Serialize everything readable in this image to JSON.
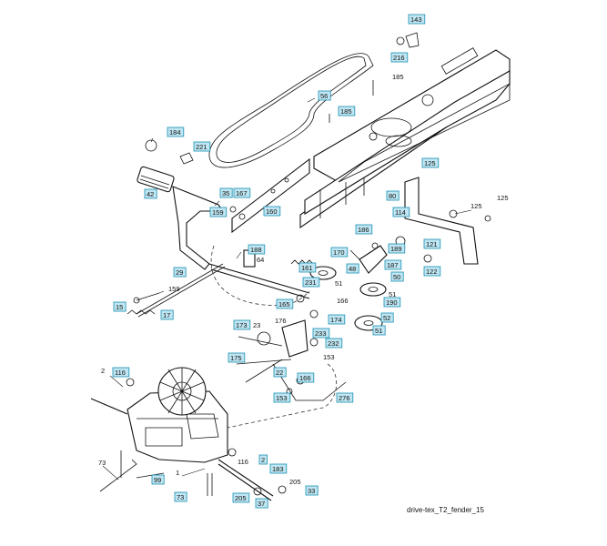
{
  "diagram": {
    "caption": "drive-tex_T2_fender_15",
    "callouts": [
      {
        "id": "c143",
        "text": "143",
        "boxed": true
      },
      {
        "id": "c216",
        "text": "216",
        "boxed": true
      },
      {
        "id": "c185a",
        "text": "185",
        "boxed": false
      },
      {
        "id": "c56",
        "text": "56",
        "boxed": true
      },
      {
        "id": "c185b",
        "text": "185",
        "boxed": true
      },
      {
        "id": "c184",
        "text": "184",
        "boxed": true
      },
      {
        "id": "c221",
        "text": "221",
        "boxed": true
      },
      {
        "id": "c125a",
        "text": "125",
        "boxed": true
      },
      {
        "id": "c42",
        "text": "42",
        "boxed": true
      },
      {
        "id": "c35",
        "text": "35",
        "boxed": true
      },
      {
        "id": "c167",
        "text": "167",
        "boxed": true
      },
      {
        "id": "c80",
        "text": "80",
        "boxed": true
      },
      {
        "id": "c125b",
        "text": "125",
        "boxed": false
      },
      {
        "id": "c125c",
        "text": "125",
        "boxed": false
      },
      {
        "id": "c159a",
        "text": "159",
        "boxed": true
      },
      {
        "id": "c160",
        "text": "160",
        "boxed": true
      },
      {
        "id": "c114",
        "text": "114",
        "boxed": true
      },
      {
        "id": "c186",
        "text": "186",
        "boxed": true
      },
      {
        "id": "c121",
        "text": "121",
        "boxed": true
      },
      {
        "id": "c188",
        "text": "188",
        "boxed": true
      },
      {
        "id": "c64",
        "text": "64",
        "boxed": false
      },
      {
        "id": "c189",
        "text": "189",
        "boxed": true
      },
      {
        "id": "c170",
        "text": "170",
        "boxed": true
      },
      {
        "id": "c187",
        "text": "187",
        "boxed": true
      },
      {
        "id": "c122",
        "text": "122",
        "boxed": true
      },
      {
        "id": "c29",
        "text": "29",
        "boxed": true
      },
      {
        "id": "c161",
        "text": "161",
        "boxed": true
      },
      {
        "id": "c48",
        "text": "48",
        "boxed": true
      },
      {
        "id": "c50",
        "text": "50",
        "boxed": true
      },
      {
        "id": "c231",
        "text": "231",
        "boxed": true
      },
      {
        "id": "c51a",
        "text": "51",
        "boxed": false
      },
      {
        "id": "c159b",
        "text": "159",
        "boxed": false
      },
      {
        "id": "c51b",
        "text": "51",
        "boxed": false
      },
      {
        "id": "c190",
        "text": "190",
        "boxed": true
      },
      {
        "id": "c15",
        "text": "15",
        "boxed": true
      },
      {
        "id": "c165",
        "text": "165",
        "boxed": true
      },
      {
        "id": "c166a",
        "text": "166",
        "boxed": false
      },
      {
        "id": "c17",
        "text": "17",
        "boxed": true
      },
      {
        "id": "c176",
        "text": "176",
        "boxed": false
      },
      {
        "id": "c174",
        "text": "174",
        "boxed": true
      },
      {
        "id": "c52",
        "text": "52",
        "boxed": true
      },
      {
        "id": "c173",
        "text": "173",
        "boxed": true
      },
      {
        "id": "c23",
        "text": "23",
        "boxed": false
      },
      {
        "id": "c51c",
        "text": "51",
        "boxed": true
      },
      {
        "id": "c233",
        "text": "233",
        "boxed": true
      },
      {
        "id": "c232",
        "text": "232",
        "boxed": true
      },
      {
        "id": "c153a",
        "text": "153",
        "boxed": false
      },
      {
        "id": "c175",
        "text": "175",
        "boxed": true
      },
      {
        "id": "c22",
        "text": "22",
        "boxed": true
      },
      {
        "id": "c2a",
        "text": "2",
        "boxed": false
      },
      {
        "id": "c116a",
        "text": "116",
        "boxed": true
      },
      {
        "id": "c166b",
        "text": "166",
        "boxed": true
      },
      {
        "id": "c153b",
        "text": "153",
        "boxed": true
      },
      {
        "id": "c276",
        "text": "276",
        "boxed": true
      },
      {
        "id": "c2b",
        "text": "2",
        "boxed": true
      },
      {
        "id": "c116b",
        "text": "116",
        "boxed": false
      },
      {
        "id": "c183",
        "text": "183",
        "boxed": true
      },
      {
        "id": "c73a",
        "text": "73",
        "boxed": false
      },
      {
        "id": "c1",
        "text": "1",
        "boxed": false
      },
      {
        "id": "c99",
        "text": "99",
        "boxed": true
      },
      {
        "id": "c205a",
        "text": "205",
        "boxed": false
      },
      {
        "id": "c205b",
        "text": "205",
        "boxed": true
      },
      {
        "id": "c73b",
        "text": "73",
        "boxed": true
      },
      {
        "id": "c37",
        "text": "37",
        "boxed": true
      },
      {
        "id": "c33",
        "text": "33",
        "boxed": true
      }
    ]
  }
}
